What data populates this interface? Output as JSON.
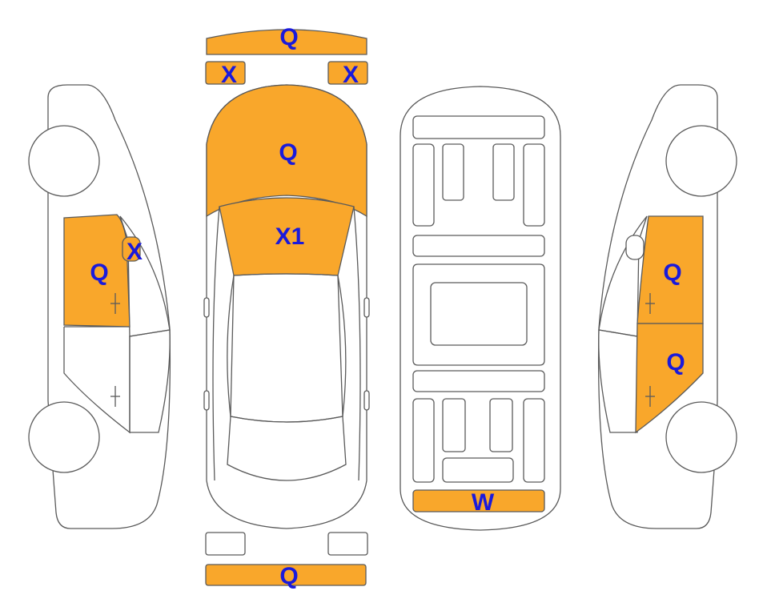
{
  "colors": {
    "damage_fill": "#F9A72B",
    "label_color": "#1A1ADB",
    "panel_fill": "#FFFFFF",
    "outline": "#5A5A5A"
  },
  "labels": {
    "front_bumper": "Q",
    "left_headlight": "X",
    "right_headlight": "X",
    "hood": "Q",
    "windshield": "X1",
    "rear_bumper": "Q",
    "left_front_door": "Q",
    "left_mirror": "X",
    "right_front_door": "Q",
    "right_rear_door": "Q",
    "underbody_rear": "W"
  }
}
